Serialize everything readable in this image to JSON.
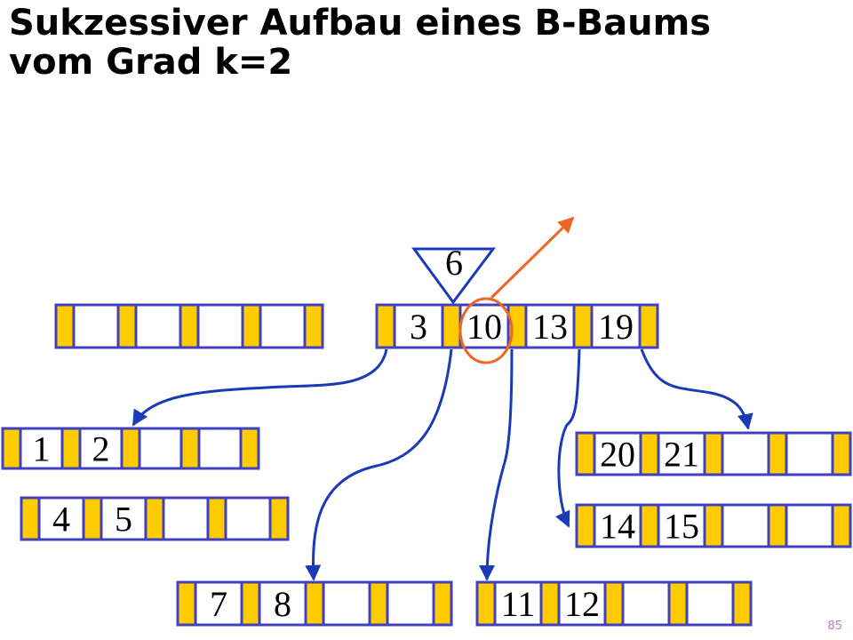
{
  "slide": {
    "title_line1": "Sukzessiver Aufbau eines B-Baums",
    "title_line2": "vom Grad k=2",
    "page_number": "85"
  },
  "inserted_key": "6",
  "colors": {
    "pointer_slot": "#ffcc00",
    "node_border": "#4040c0",
    "child_link": "#1a3ab8",
    "highlight": "#ee6622"
  },
  "nodes": {
    "empty_root": {
      "keys": [
        "",
        "",
        "",
        ""
      ]
    },
    "root": {
      "keys": [
        "3",
        "10",
        "13",
        "19"
      ]
    },
    "leaf_1_2": {
      "keys": [
        "1",
        "2",
        "",
        ""
      ]
    },
    "leaf_4_5": {
      "keys": [
        "4",
        "5",
        "",
        ""
      ]
    },
    "leaf_7_8": {
      "keys": [
        "7",
        "8",
        "",
        ""
      ]
    },
    "leaf_11_12": {
      "keys": [
        "11",
        "12",
        "",
        ""
      ]
    },
    "leaf_20_21": {
      "keys": [
        "20",
        "21",
        "",
        ""
      ]
    },
    "leaf_14_15": {
      "keys": [
        "14",
        "15",
        "",
        ""
      ]
    }
  }
}
